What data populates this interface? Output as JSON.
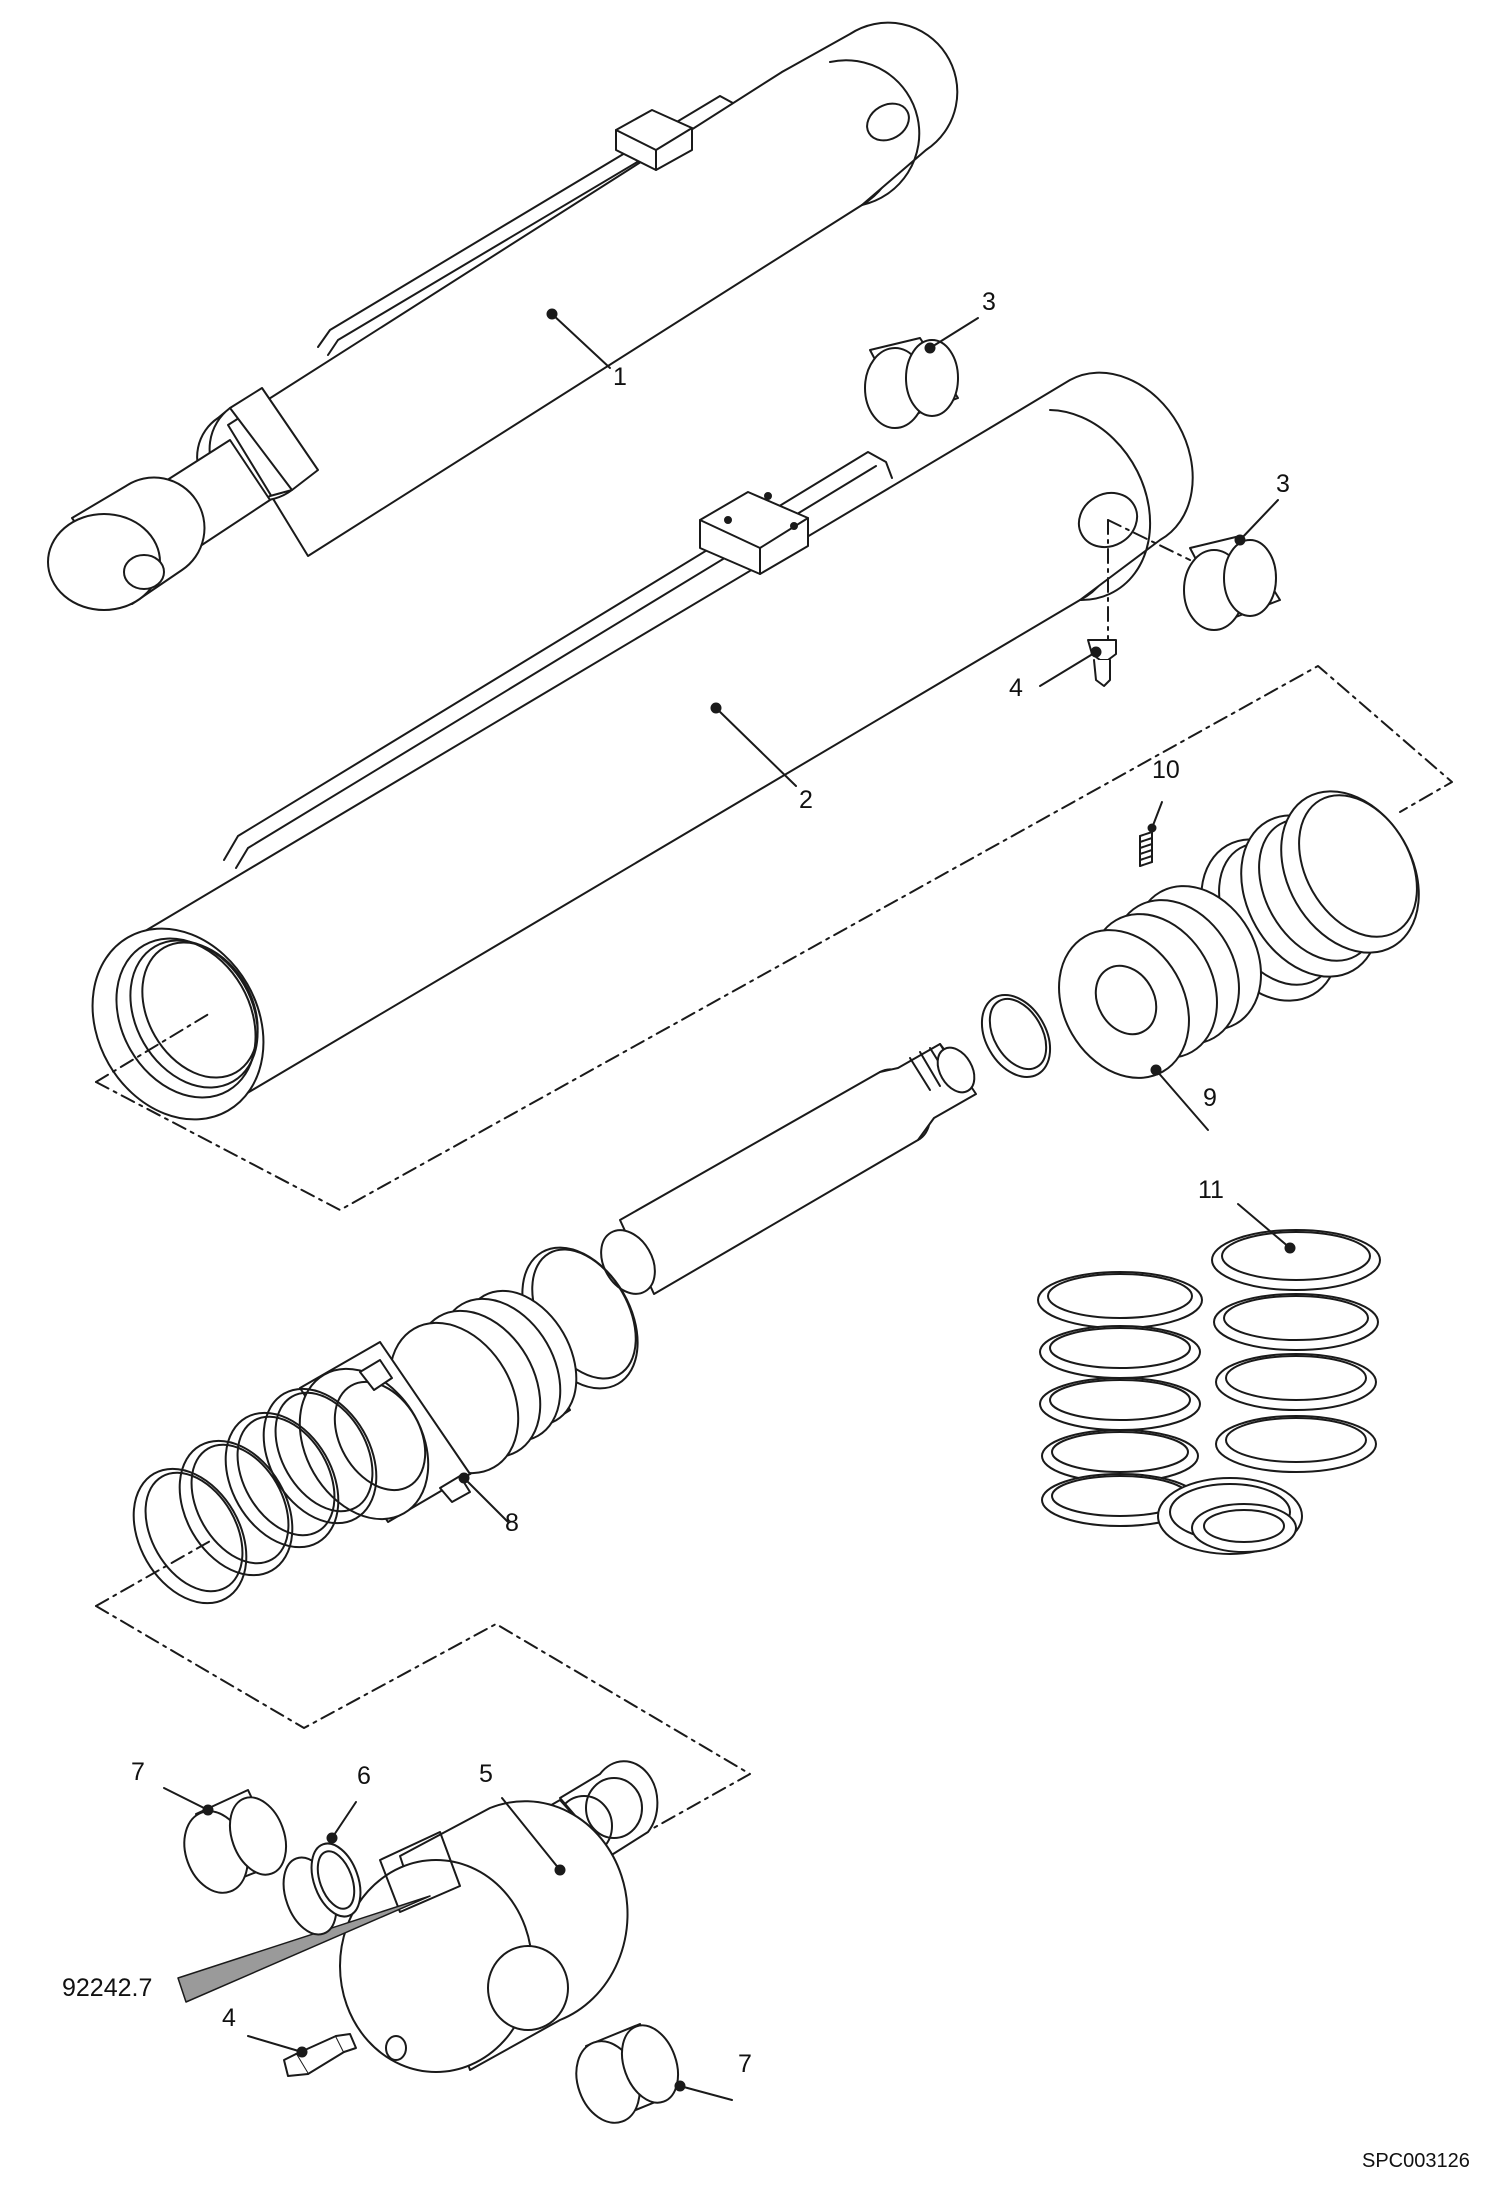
{
  "drawing_code": "SPC003126",
  "reference_label": "92242.7",
  "callouts": [
    "1",
    "2",
    "3",
    "3",
    "4",
    "10",
    "9",
    "11",
    "8",
    "7",
    "6",
    "5",
    "4",
    "7"
  ],
  "colors": {
    "line": "#1a1a1a",
    "fill": "#ffffff",
    "pointer": "#9a9a9a"
  }
}
